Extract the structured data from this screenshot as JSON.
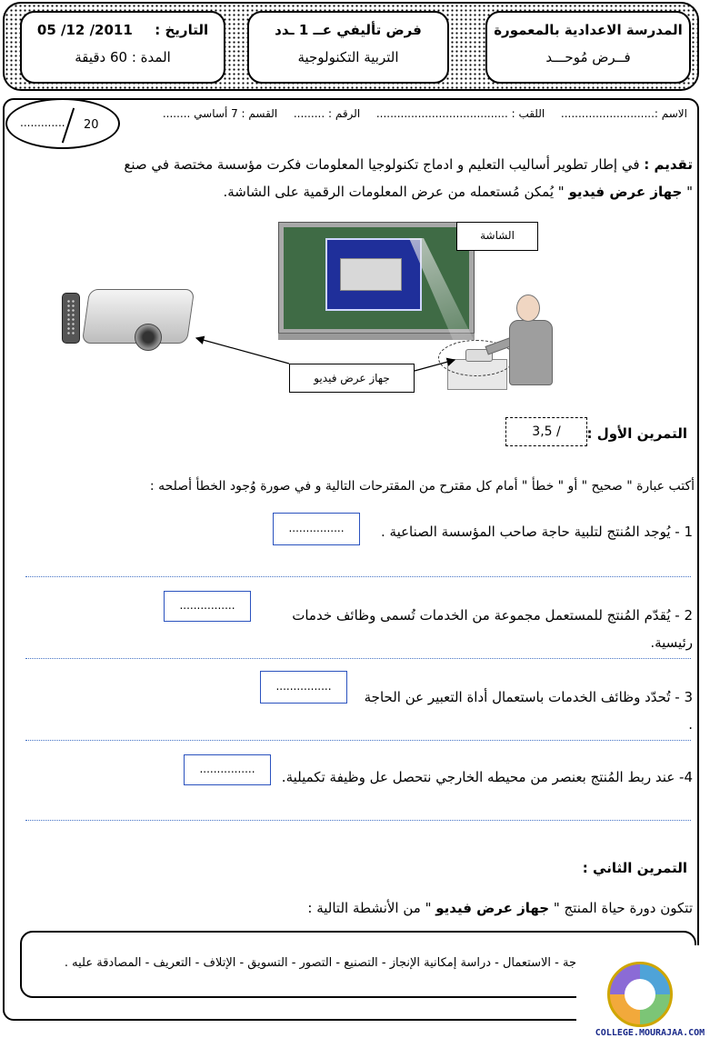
{
  "header": {
    "school": "المدرسة الاعدادية بالمعمورة",
    "exam_kind": "فــرض مُوحـــد",
    "test_title": "فرض تأليفي عــ 1 ـدد",
    "subject": "التربية التكنولوجية",
    "date_label": "التاريخ :",
    "date_value": "2011/ 12/ 05",
    "duration_label": "المدة :",
    "duration_value": "60 دقيقة"
  },
  "student_line": {
    "name": "الاسم :...........................",
    "surname": "اللقب : ......................................",
    "number": "الرقم : .........",
    "class": "القسم : 7 أساسي ........"
  },
  "score": {
    "blank": ".............",
    "max": "20"
  },
  "intro": {
    "label": "تقديم :",
    "text1": "في إطار تطوير أساليب التعليم و ادماج تكنولوجيا المعلومات فكرت مؤسسة مختصة في صنع",
    "quote_open": "\"",
    "device": "جهاز عرض فيديو",
    "text2": "\" يُمكن مُستعمله من عرض المعلومات الرقمية على الشاشة."
  },
  "figure": {
    "screen_label": "الشاشة",
    "device_label": "جهاز عرض فيديو"
  },
  "exercise1": {
    "title": "التمرين الأول :",
    "score": "3,5 /",
    "instruction": "أكتب عبارة \" صحيح \" أو \" خطأ \" أمام كل مقترح من المقترحات التالية و في صورة وُجود الخطأ أصلحه :",
    "blank": "................",
    "items": [
      "1 - يُوجد المُنتج لتلبية حاجة صاحب المؤسسة الصناعية .",
      "2 - يُقدّم المُنتج للمستعمل مجموعة من الخدمات تُسمى وظائف خدمات رئيسية.",
      "3 - تُحدّد وظائف الخدمات باستعمال أداة التعبير عن الحاجة .",
      "4- عند ربط المُنتج بعنصر من محيطه الخارجي نتحصل عل وظيفة تكميلية."
    ]
  },
  "exercise2": {
    "title": "التمرين الثاني :",
    "intro_before": "تتكون دورة حياة المنتج \"",
    "device": "جهاز عرض فيديو",
    "intro_after": "\" من الأنشطة التالية :",
    "activities": "جة - الاستعمال - دراسة إمكانية الإنجاز - التصنيع - التصور - التسويق - الإتلاف - التعريف - المصادقة عليه ."
  },
  "watermark": {
    "url": "COLLEGE.MOURAJAA.COM"
  }
}
